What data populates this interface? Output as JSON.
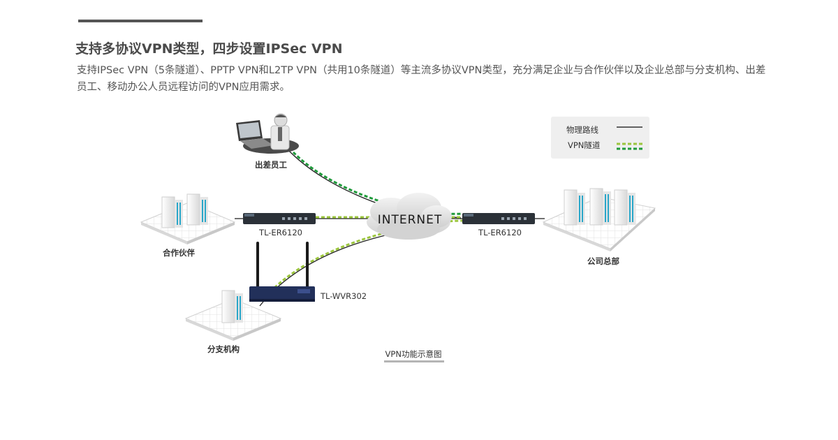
{
  "heading": {
    "title": "支持多协议VPN类型，四步设置IPSec VPN",
    "description": "支持IPSec VPN（5条隧道）、PPTP VPN和L2TP VPN（共用10条隧道）等主流多协议VPN类型，充分满足企业与合作伙伴以及企业总部与分支机构、出差员工、移动办公人员远程访问的VPN应用需求。"
  },
  "diagram": {
    "cloud_label": "INTERNET",
    "legend": {
      "physical_label": "物理路线",
      "vpn_label": "VPN隧道"
    },
    "nodes": {
      "traveler": "出差员工",
      "partner": "合作伙伴",
      "headquarters": "公司总部",
      "branch": "分支机构",
      "router_left": "TL-ER6120",
      "router_right": "TL-ER6120",
      "router_wireless": "TL-WVR302"
    },
    "caption": "VPN功能示意图"
  },
  "colors": {
    "physical_line": "#222222",
    "vpn_dark": "#1e9a3a",
    "vpn_light": "#9bc53d",
    "building_accent": "#2aa7c9"
  }
}
